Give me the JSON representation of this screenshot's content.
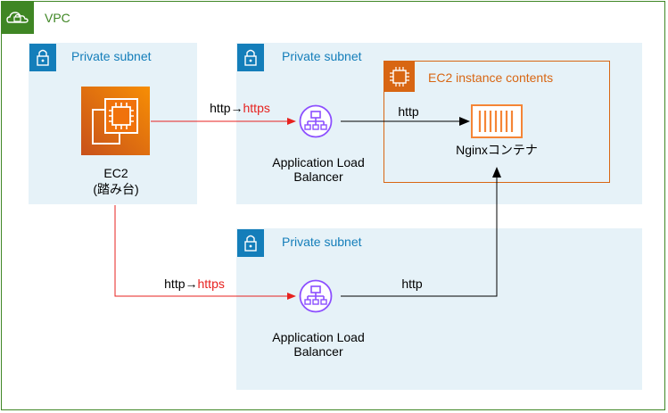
{
  "vpc": {
    "label": "VPC",
    "color": "#3f8624",
    "icon": "vpc-cloud-lock-icon"
  },
  "subnets": [
    {
      "label": "Private subnet",
      "icon": "lock-icon"
    },
    {
      "label": "Private subnet",
      "icon": "lock-icon"
    },
    {
      "label": "Private subnet",
      "icon": "lock-icon"
    }
  ],
  "subnet_color": "#147eba",
  "ec2_group": {
    "label": "EC2 instance contents",
    "color": "#d86613",
    "icon": "ec2-chip-icon"
  },
  "bastion": {
    "name": "EC2",
    "role": "(踏み台)",
    "icon": "ec2-instance-icon"
  },
  "albs": [
    {
      "line1": "Application Load",
      "line2": "Balancer",
      "icon": "alb-icon"
    },
    {
      "line1": "Application Load",
      "line2": "Balancer",
      "icon": "alb-icon"
    }
  ],
  "container": {
    "label": "Nginxコンテナ",
    "icon": "container-icon"
  },
  "edges": [
    {
      "plain": "http→",
      "emph": "https"
    },
    {
      "plain": "http→",
      "emph": "https"
    },
    {
      "plain": "http"
    },
    {
      "plain": "http"
    }
  ],
  "colors": {
    "redirect": "#e7221f",
    "alb": "#8c4fff",
    "arrow": "#000000"
  }
}
